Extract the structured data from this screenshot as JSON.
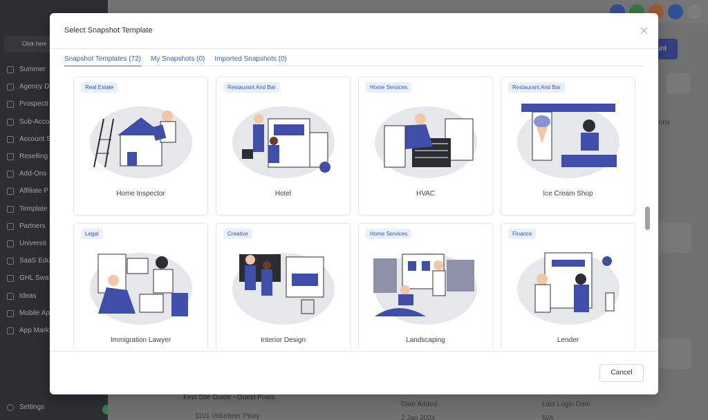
{
  "background": {
    "click_here": "Click here",
    "sidebar_items": [
      "Summer",
      "Agency D",
      "Prospecti",
      "Sub-Acco",
      "Account S",
      "Reselling",
      "Add-Ons",
      "Affiliate P",
      "Template",
      "Partners",
      "Universit",
      "SaaS Edu",
      "GHL Swa",
      "Ideas",
      "Mobile Ap",
      "App Mark"
    ],
    "settings": "Settings",
    "account_button": "unt",
    "options_text": "tions",
    "guide_title": "First Site Guide - Guest Posts",
    "address": "1101 Volunteer Pkwy",
    "date_added_label": "Date Added",
    "date_added_value": "2 Jan 2024",
    "last_login_label": "Last Login Date",
    "last_login_value": "N/A"
  },
  "modal": {
    "title": "Select Snapshot Template",
    "tabs": [
      {
        "label": "Snapshot Templates (72)"
      },
      {
        "label": "My Snapshots (0)"
      },
      {
        "label": "Imported Snapshots (0)"
      }
    ],
    "templates": [
      {
        "category": "Real Estate",
        "name": "Home Inspector",
        "icon": "home-inspector-illustration"
      },
      {
        "category": "Restaurant And Bar",
        "name": "Hotel",
        "icon": "hotel-illustration"
      },
      {
        "category": "Home Services",
        "name": "HVAC",
        "icon": "hvac-illustration"
      },
      {
        "category": "Restaurant And Bar",
        "name": "Ice Cream Shop",
        "icon": "ice-cream-shop-illustration"
      },
      {
        "category": "Legal",
        "name": "Immigration Lawyer",
        "icon": "immigration-lawyer-illustration"
      },
      {
        "category": "Creative",
        "name": "Interior Design",
        "icon": "interior-design-illustration"
      },
      {
        "category": "Home Services",
        "name": "Landscaping",
        "icon": "landscaping-illustration"
      },
      {
        "category": "Finance",
        "name": "Lender",
        "icon": "lender-illustration"
      }
    ],
    "cancel_label": "Cancel"
  },
  "colors": {
    "accent": "#2f63c8",
    "illustration_blue": "#3f4ea8",
    "illustration_grey": "#e6e7ea"
  }
}
